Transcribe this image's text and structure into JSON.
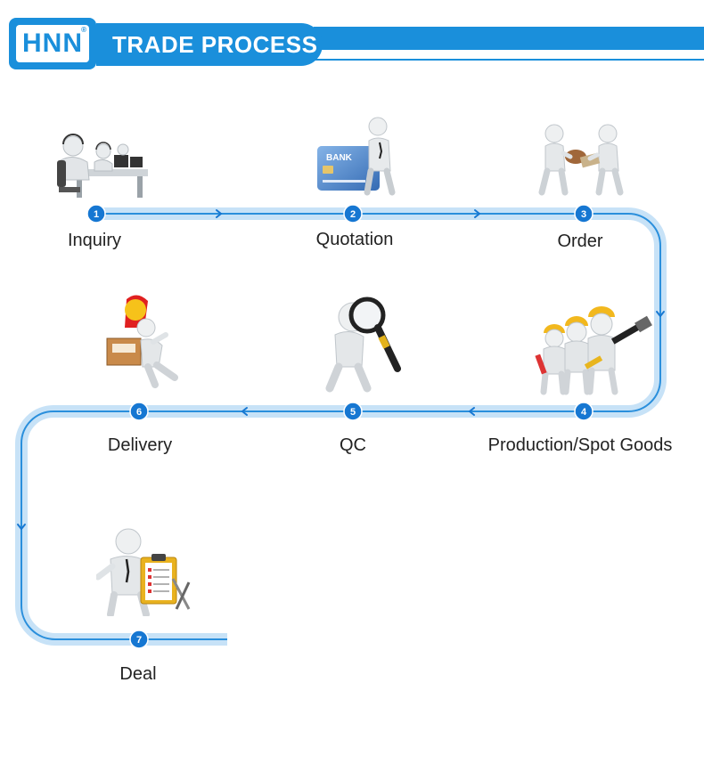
{
  "header": {
    "logo_text": "HNN",
    "logo_mark": "®",
    "title": "TRADE PROCESS"
  },
  "colors": {
    "brand": "#1a8fdb",
    "track": "#c7e2f7",
    "line": "#2a8fdc",
    "node": "#1677d2"
  },
  "steps": [
    {
      "number": "1",
      "label": "Inquiry",
      "icon": "call-center-icon"
    },
    {
      "number": "2",
      "label": "Quotation",
      "icon": "bank-card-icon"
    },
    {
      "number": "3",
      "label": "Order",
      "icon": "handshake-icon"
    },
    {
      "number": "4",
      "label": "Production/Spot Goods",
      "icon": "workers-tools-icon"
    },
    {
      "number": "5",
      "label": "QC",
      "icon": "magnifier-icon"
    },
    {
      "number": "6",
      "label": "Delivery",
      "icon": "courier-rocket-icon"
    },
    {
      "number": "7",
      "label": "Deal",
      "icon": "clipboard-checklist-icon"
    }
  ]
}
